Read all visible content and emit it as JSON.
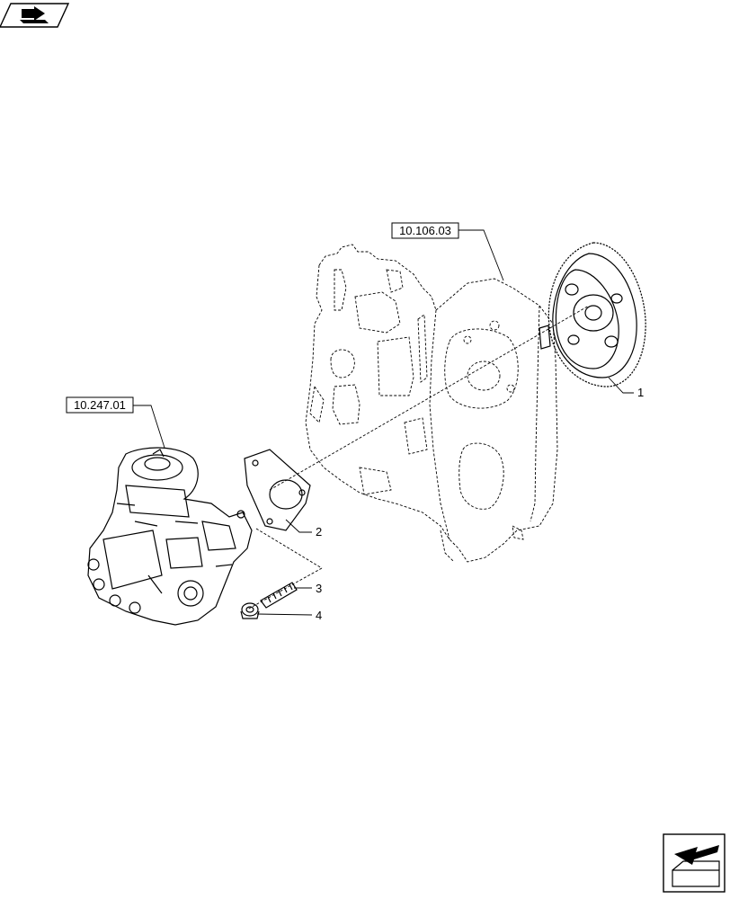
{
  "icons": {
    "top_left": "book-with-arrow-icon",
    "bottom_right": "next-page-arrow-icon"
  },
  "references": {
    "crankcase": "10.106.03",
    "injection_pump": "10.247.01"
  },
  "callouts": {
    "gear": "1",
    "gasket": "2",
    "stud": "3",
    "nut": "4"
  }
}
